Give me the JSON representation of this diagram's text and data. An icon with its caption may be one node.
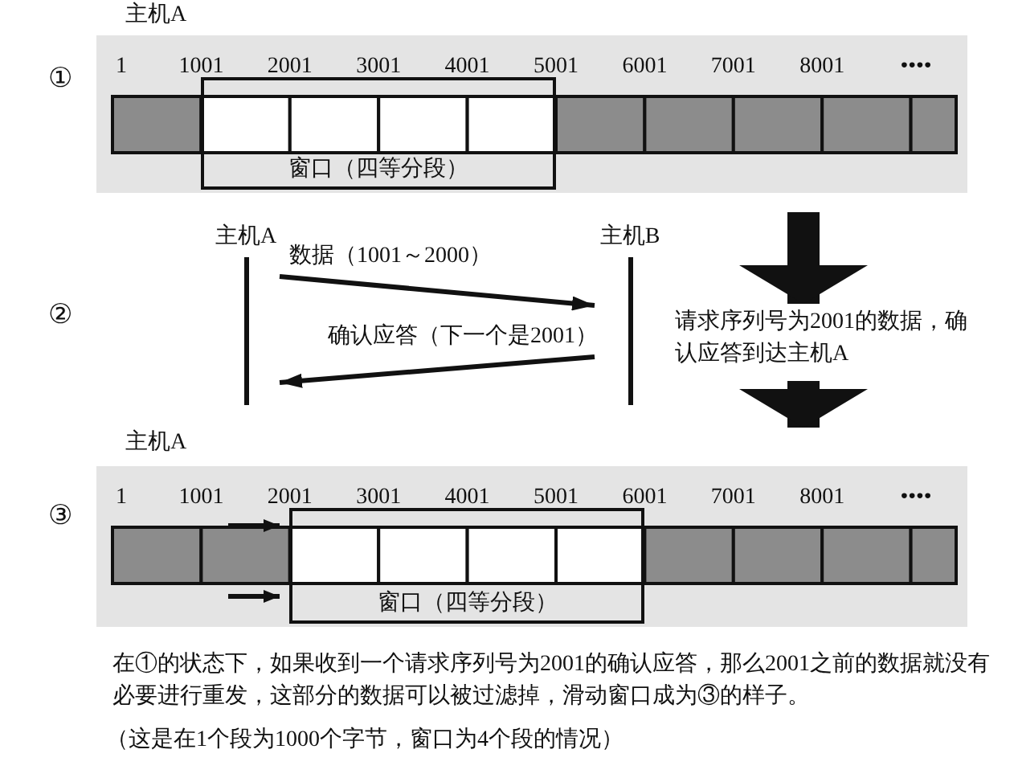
{
  "diagram": {
    "nodes": [
      {
        "text": [
          "主机A"
        ]
      },
      {
        "text": [
          "窗口（四等分段）"
        ],
        "in": 0
      },
      {
        "text": [
          "主机A"
        ]
      },
      {
        "text": [
          "主机B"
        ]
      },
      {
        "text": [
          "请求序列号为2001的数据，确认应答到达主机A"
        ]
      },
      {
        "text": [
          "主机A"
        ]
      },
      {
        "text": [
          "窗口（四等分段）"
        ],
        "in": 5
      }
    ],
    "edges": [
      {
        "from": 2,
        "to": 3,
        "arrow": "to",
        "label": "数据（1001～2000）"
      },
      {
        "from": 3,
        "to": 2,
        "arrow": "to",
        "label": "确认应答（下一个是2001）"
      },
      {
        "from": 0,
        "to": 4,
        "arrow": "to",
        "style": "thick"
      },
      {
        "from": 4,
        "to": 5,
        "arrow": "to",
        "style": "thick"
      }
    ],
    "labels": [
      "①",
      "1",
      "1001",
      "2001",
      "3001",
      "4001",
      "5001",
      "6001",
      "7001",
      "8001",
      "••••",
      "②",
      "③",
      "1",
      "1001",
      "2001",
      "3001",
      "4001",
      "5001",
      "6001",
      "7001",
      "8001",
      "••••",
      "（这是在1个段为1000个字节，窗口为4个段的情况）"
    ],
    "caption": "在①的状态下，如果收到一个请求序列号为2001的确认应答，那么2001之前的数据就没有必要进行重发，这部分的数据可以被过滤掉，滑动窗口成为③的样子。"
  }
}
